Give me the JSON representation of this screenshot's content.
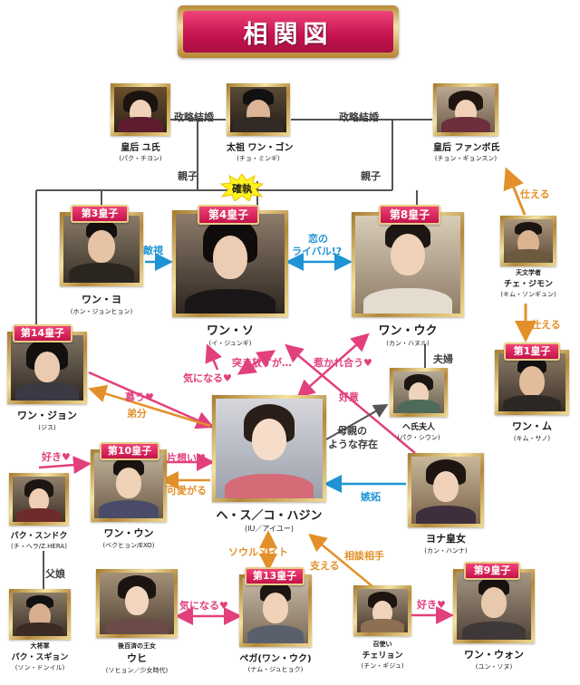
{
  "title": "相関図",
  "burst_label": "確執",
  "colors": {
    "pink": "#e2407d",
    "orange": "#e3902a",
    "blue": "#1e94d4",
    "gray": "#3d3d3d",
    "gold": "#c9a24c"
  },
  "characters": {
    "empress_yu": {
      "name": "皇后 ユ氏",
      "actor": "(パク・チヨン)"
    },
    "taejo": {
      "name": "太祖 ワン・ゴン",
      "actor": "(チョ・ミンギ)"
    },
    "empress_hwangbo": {
      "name": "皇后 ファンボ氏",
      "actor": "(チョン・ギョンスン)"
    },
    "wang_yo": {
      "badge": "第3皇子",
      "name": "ワン・ヨ",
      "actor": "(ホン・ジョンヒョン)"
    },
    "wang_so": {
      "badge": "第4皇子",
      "name": "ワン・ソ",
      "actor": "(イ・ジュンギ)"
    },
    "wang_wook": {
      "badge": "第8皇子",
      "name": "ワン・ウク",
      "actor": "(カン・ハヌル)"
    },
    "choi_ji_mong": {
      "pre": "天文学者",
      "name": "チェ・ジモン",
      "actor": "(キム・ソンギュン)"
    },
    "wang_mu": {
      "badge": "第1皇子",
      "name": "ワン・ム",
      "actor": "(キム・サノ)"
    },
    "wang_jung": {
      "badge": "第14皇子",
      "name": "ワン・ジョン",
      "actor": "(ジス)"
    },
    "lady_hae": {
      "name": "ヘ氏夫人",
      "actor": "(パク・シウン)"
    },
    "wang_eun": {
      "badge": "第10皇子",
      "name": "ワン・ウン",
      "actor": "(ベクヒョン/EXO)"
    },
    "hae_soo": {
      "name": "ヘ・ス／コ・ハジン",
      "actor": "(IU／アイユー)"
    },
    "yeon_hwa": {
      "name": "ヨナ皇女",
      "actor": "(カン・ハンナ)"
    },
    "park_soon_deok": {
      "name": "パク・スンドク",
      "actor": "(チ・ヘラ/Z.HERA)"
    },
    "park_soo_kyung": {
      "pre": "大将軍",
      "name": "パク・スギョン",
      "actor": "(ソン・ドンイル)"
    },
    "woo_hee": {
      "pre": "後百済の王女",
      "name": "ウヒ",
      "actor": "(ソヒョン／少女時代)"
    },
    "baek_ah": {
      "badge": "第13皇子",
      "name": "ペガ(ワン・ウク)",
      "actor": "(ナム・ジュヒョク)"
    },
    "chae_ryung": {
      "pre": "召使い",
      "name": "チェリョン",
      "actor": "(チン・ギジュ)"
    },
    "wang_won": {
      "badge": "第9皇子",
      "name": "ワン・ウォン",
      "actor": "(ユン・ソヌ)"
    }
  },
  "relations": {
    "political_marriage_left": "政略結婚",
    "political_marriage_right": "政略結婚",
    "parent_child_left": "親子",
    "parent_child_right": "親子",
    "serves_top": "仕える",
    "serves_mid": "仕える",
    "contempt": "敵視",
    "rivals_line1": "恋の",
    "rivals_line2": "ライバル!?",
    "push_away": "突き放すが…",
    "attracted_each_other": "惹かれ合う♥",
    "interested_so": "気になる♥",
    "couple": "夫婦",
    "goodwill": "好意",
    "love_jung": "慕う♥",
    "younger_brother": "弟分",
    "mother_figure_line1": "母親の",
    "mother_figure_line2": "ような存在",
    "like_eun": "好き♥",
    "unrequited": "片想い♥",
    "cute": "可愛がる",
    "jealousy": "嫉妬",
    "father_daughter": "父娘",
    "soulmate": "ソウルメイト",
    "supports": "支える",
    "confidant": "相談相手",
    "interested_baek": "気になる♥",
    "like_won": "好き♥"
  }
}
